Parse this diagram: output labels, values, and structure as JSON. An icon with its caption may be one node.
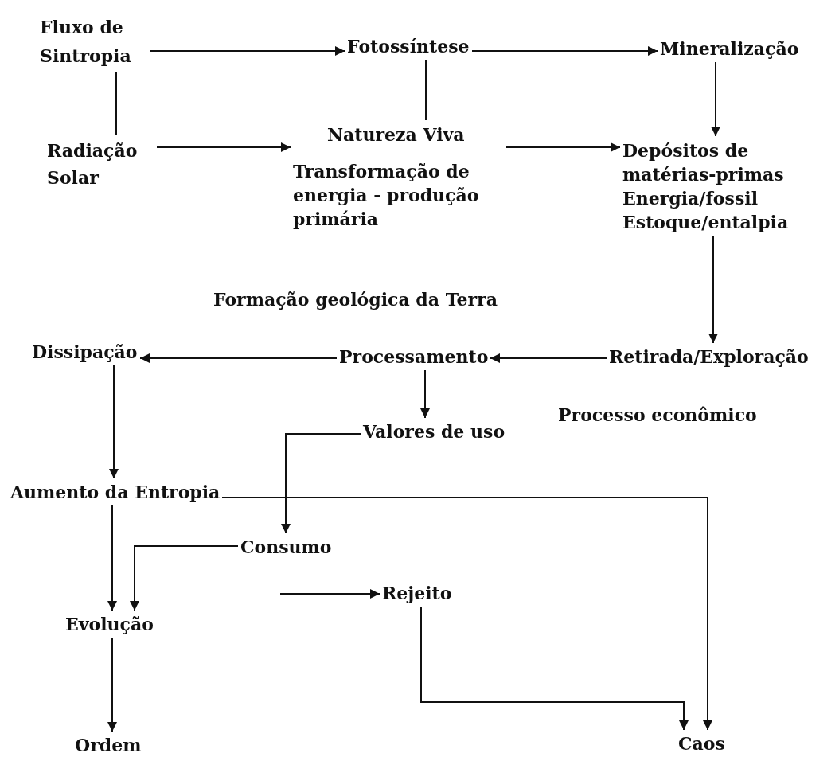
{
  "diagram": {
    "nodes": [
      {
        "text": [
          "Fluxo de Sintropia"
        ]
      },
      {
        "text": [
          "Fotossíntese"
        ]
      },
      {
        "text": [
          "Mineralização"
        ]
      },
      {
        "text": [
          "Radiação Solar"
        ]
      },
      {
        "text": [
          "Natureza Viva",
          "Transformação de energia - produção primária"
        ]
      },
      {
        "text": [
          "Depósitos de matérias-primas",
          "Energia/fossil",
          "Estoque/entalpia"
        ]
      },
      {
        "text": [
          "Dissipação"
        ]
      },
      {
        "text": [
          "Processamento"
        ]
      },
      {
        "text": [
          "Retirada/Exploração"
        ]
      },
      {
        "text": [
          "Valores de uso"
        ]
      },
      {
        "text": [
          "Aumento da Entropia"
        ]
      },
      {
        "text": [
          "Consumo"
        ]
      },
      {
        "text": [
          "Evolução"
        ]
      },
      {
        "text": [
          "Rejeito"
        ]
      },
      {
        "text": [
          "Ordem"
        ]
      },
      {
        "text": [
          "Caos"
        ]
      }
    ],
    "edges": [
      {
        "from": 0,
        "to": 1,
        "arrow": "to"
      },
      {
        "from": 1,
        "to": 2,
        "arrow": "to"
      },
      {
        "from": 0,
        "to": 3,
        "arrow": "none"
      },
      {
        "from": 1,
        "to": 4,
        "arrow": "none"
      },
      {
        "from": 2,
        "to": 5,
        "arrow": "to"
      },
      {
        "from": 3,
        "to": 4,
        "arrow": "to"
      },
      {
        "from": 4,
        "to": 5,
        "arrow": "to"
      },
      {
        "from": 5,
        "to": 8,
        "arrow": "to"
      },
      {
        "from": 8,
        "to": 7,
        "arrow": "to"
      },
      {
        "from": 7,
        "to": 6,
        "arrow": "to"
      },
      {
        "from": 7,
        "to": 9,
        "arrow": "to"
      },
      {
        "from": 6,
        "to": 10,
        "arrow": "to"
      },
      {
        "from": 9,
        "to": 11,
        "arrow": "to"
      },
      {
        "from": 10,
        "to": 15,
        "arrow": "to"
      },
      {
        "from": 10,
        "to": 12,
        "arrow": "to"
      },
      {
        "from": 11,
        "to": 12,
        "arrow": "to"
      },
      {
        "from": null,
        "to": 13,
        "arrow": "to"
      },
      {
        "from": 13,
        "to": 15,
        "arrow": "to"
      },
      {
        "from": 12,
        "to": 14,
        "arrow": "to"
      }
    ],
    "labels": [
      "Formação geológica da Terra",
      "Processo econômico"
    ]
  }
}
